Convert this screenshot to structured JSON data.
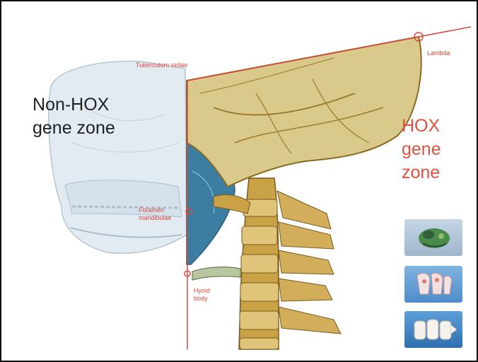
{
  "colors": {
    "accent_red": "#d9483b",
    "non_hox_text": "#1f1f1f",
    "hox_text": "#e2503f",
    "bone_light": "#d9c98a",
    "bone_dark": "#b58a2e",
    "skull_pale": "#d8e4ee",
    "mandible_blue": "#3c7ea2"
  },
  "zones": {
    "non_hox": {
      "line1": "Non-HOX",
      "line2": "gene zone"
    },
    "hox": {
      "line1": "HOX",
      "line2": "gene",
      "line3": "zone"
    }
  },
  "landmarks": {
    "tuberculum": "Tuberculum sellae",
    "lambda": "Lambda",
    "foramen": {
      "line1": "Foramen",
      "line2": "mandibulae"
    },
    "hyoid": {
      "line1": "Hyoid",
      "line2": "body"
    }
  },
  "thumbnails": [
    {
      "name": "hox-thumbnail-1",
      "icon": "embryo-icon"
    },
    {
      "name": "hox-thumbnail-2",
      "icon": "molar-teeth-icon"
    },
    {
      "name": "hox-thumbnail-3",
      "icon": "incisor-teeth-icon"
    }
  ]
}
